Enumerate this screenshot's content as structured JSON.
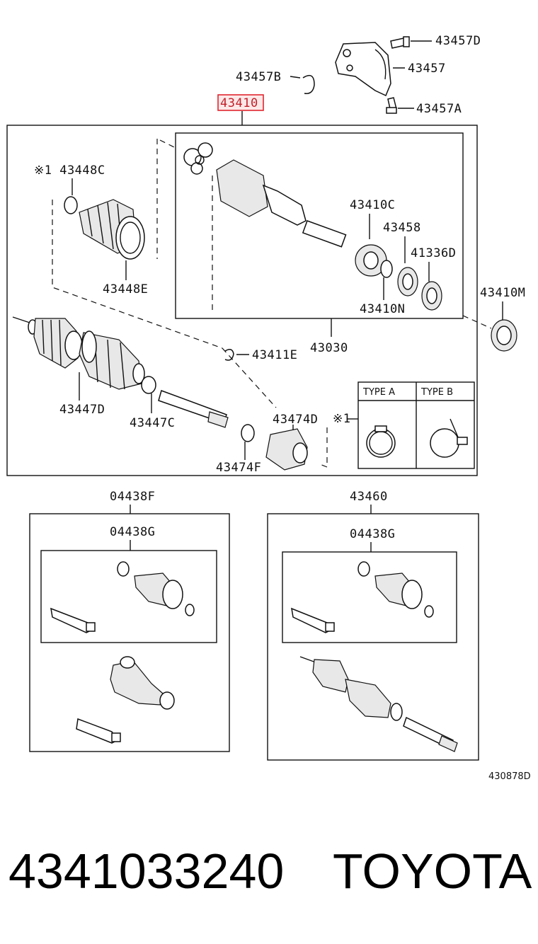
{
  "labels": {
    "p43457D": "43457D",
    "p43457": "43457",
    "p43457B": "43457B",
    "p43457A": "43457A",
    "p43410": "43410",
    "p43448C": "※1 43448C",
    "p43448E": "43448E",
    "p43410C": "43410C",
    "p43458": "43458",
    "p41336D": "41336D",
    "p43410M": "43410M",
    "p43410N": "43410N",
    "p43030": "43030",
    "p43411E": "43411E",
    "p43447D": "43447D",
    "p43447C": "43447C",
    "p43474D": "43474D",
    "p43474F": "43474F",
    "note1": "※1",
    "typeA": "TYPE A",
    "typeB": "TYPE B",
    "p04438F": "04438F",
    "p04438G_left": "04438G",
    "p43460": "43460",
    "p04438G_right": "04438G",
    "figure_code": "430878D"
  },
  "footer": {
    "part_number": "4341033240",
    "brand": "TOYOTA"
  },
  "colors": {
    "highlight_box": "#e0262f",
    "line": "#111111"
  }
}
